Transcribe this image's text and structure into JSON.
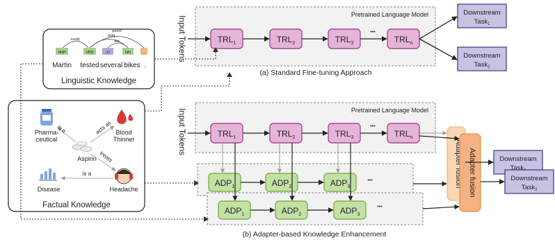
{
  "input_tokens_label": "Input Tokens",
  "plm_label": "Pretrained Language Model",
  "trl_base": "TRL",
  "adp_base": "ADP",
  "subscripts": [
    "1",
    "2",
    "3",
    "n"
  ],
  "ellipsis": "•••",
  "downstream": {
    "line1": "Downstream",
    "line2": "Task",
    "subs": [
      "1",
      "2"
    ]
  },
  "captions": {
    "a": "(a) Standard Fine-tuning Approach",
    "b": "(b) Adapter-based Knowledge Enhancement"
  },
  "adapter_fusion_label": "Adapter fusion",
  "linguistic": {
    "title": "Linguistic Knowledge",
    "words": [
      "Martin",
      "tested",
      "several",
      "bikes",
      "."
    ],
    "pos_tags": [
      "NNP",
      "VBD",
      "JJ",
      "NN",
      "."
    ],
    "dep_labels": [
      "nsubj",
      "punct",
      "dobj",
      "det"
    ]
  },
  "factual": {
    "title": "Factual Knowledge",
    "pharmaceutical": [
      "Pharma-",
      "ceutical"
    ],
    "blood_thinner": [
      "Blood",
      "Thinner"
    ],
    "aspirin": "Aspirin",
    "disease": "Disease",
    "headache": "Headache",
    "relations": [
      "is a",
      "acts as",
      "treats",
      "is a"
    ]
  },
  "colors": {
    "trl_fill": "#e6b3d9",
    "trl_stroke": "#a04d8e",
    "adp_fill": "#c5e0a5",
    "adp_stroke": "#7ab648",
    "task_fill": "#c9c3e3",
    "task_stroke": "#4a3f8a",
    "fusion_fill": "#f4b183"
  }
}
